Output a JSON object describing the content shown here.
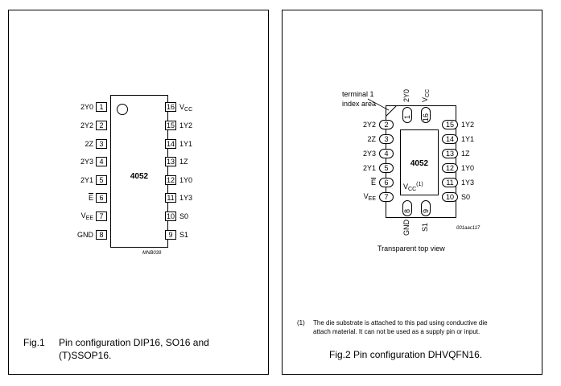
{
  "fig1": {
    "chip_label": "4052",
    "code": "MNB039",
    "caption_num": "Fig.1",
    "caption_text": "Pin configuration DIP16, SO16 and (T)SSOP16.",
    "left_pins": [
      {
        "num": "1",
        "label": "2Y0"
      },
      {
        "num": "2",
        "label": "2Y2"
      },
      {
        "num": "3",
        "label": "2Z"
      },
      {
        "num": "4",
        "label": "2Y3"
      },
      {
        "num": "5",
        "label": "2Y1"
      },
      {
        "num": "6",
        "label": "E"
      },
      {
        "num": "7",
        "label": "V",
        "sub": "EE"
      },
      {
        "num": "8",
        "label": "GND"
      }
    ],
    "right_pins": [
      {
        "num": "16",
        "label": "V",
        "sub": "CC"
      },
      {
        "num": "15",
        "label": "1Y2"
      },
      {
        "num": "14",
        "label": "1Y1"
      },
      {
        "num": "13",
        "label": "1Z"
      },
      {
        "num": "12",
        "label": "1Y0"
      },
      {
        "num": "11",
        "label": "1Y3"
      },
      {
        "num": "10",
        "label": "S0"
      },
      {
        "num": "9",
        "label": "S1"
      }
    ]
  },
  "fig2": {
    "chip_label": "4052",
    "center_label": "V",
    "center_sub": "CC",
    "center_note": "(1)",
    "index_label_1": "terminal 1",
    "index_label_2": "index area",
    "code": "001aac117",
    "view_label": "Transparent top view",
    "footnote_num": "(1)",
    "footnote_text_1": "The die substrate is attached to this pad using conductive die",
    "footnote_text_2": "attach material. It can not be used as a supply pin or input.",
    "caption": "Fig.2  Pin configuration DHVQFN16.",
    "top_pins": [
      {
        "num": "1",
        "label": "2Y0"
      },
      {
        "num": "16",
        "label": "V",
        "sub": "CC"
      }
    ],
    "bottom_pins": [
      {
        "num": "8",
        "label": "GND"
      },
      {
        "num": "9",
        "label": "S1"
      }
    ],
    "left_pins": [
      {
        "num": "2",
        "label": "2Y2"
      },
      {
        "num": "3",
        "label": "2Z"
      },
      {
        "num": "4",
        "label": "2Y3"
      },
      {
        "num": "5",
        "label": "2Y1"
      },
      {
        "num": "6",
        "label": "E"
      },
      {
        "num": "7",
        "label": "V",
        "sub": "EE"
      }
    ],
    "right_pins": [
      {
        "num": "15",
        "label": "1Y2"
      },
      {
        "num": "14",
        "label": "1Y1"
      },
      {
        "num": "13",
        "label": "1Z"
      },
      {
        "num": "12",
        "label": "1Y0"
      },
      {
        "num": "11",
        "label": "1Y3"
      },
      {
        "num": "10",
        "label": "S0"
      }
    ]
  }
}
